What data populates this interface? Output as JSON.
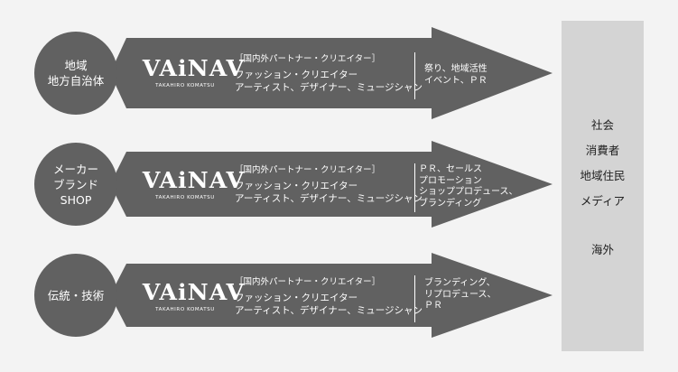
{
  "rows": [
    {
      "source_lines": [
        "地域",
        "地方自治体"
      ],
      "logo_mark": "VAiNAV",
      "logo_sub": "TAKAHIRO KOMATSU",
      "heading": "［国内外パートナー・クリエイター］",
      "lines": [
        "ファッション・クリエイター",
        "アーティスト、デザイナー、ミュージシャン"
      ],
      "outcome_lines": [
        "祭り、地域活性",
        "イベント、ＰＲ"
      ]
    },
    {
      "source_lines": [
        "メーカー",
        "ブランド",
        "SHOP"
      ],
      "logo_mark": "VAiNAV",
      "logo_sub": "TAKAHIRO KOMATSU",
      "heading": "［国内外パートナー・クリエイター］",
      "lines": [
        "ファッション・クリエイター",
        "アーティスト、デザイナー、ミュージシャン"
      ],
      "outcome_lines": [
        "ＰＲ、セールス",
        "プロモーション",
        "ショッププロデュース、",
        "ブランディング"
      ]
    },
    {
      "source_lines": [
        "伝統・技術"
      ],
      "logo_mark": "VAiNAV",
      "logo_sub": "TAKAHIRO KOMATSU",
      "heading": "［国内外パートナー・クリエイター］",
      "lines": [
        "ファッション・クリエイター",
        "アーティスト、デザイナー、ミュージシャン"
      ],
      "outcome_lines": [
        "ブランディング、",
        "リプロデュース、",
        "ＰＲ"
      ]
    }
  ],
  "targets": [
    "社会",
    "消費者",
    "地域住民",
    "メディア",
    "海外"
  ],
  "colors": {
    "arrow": "#616161",
    "target_box": "#d4d4d4",
    "background": "#f3f3f3"
  }
}
